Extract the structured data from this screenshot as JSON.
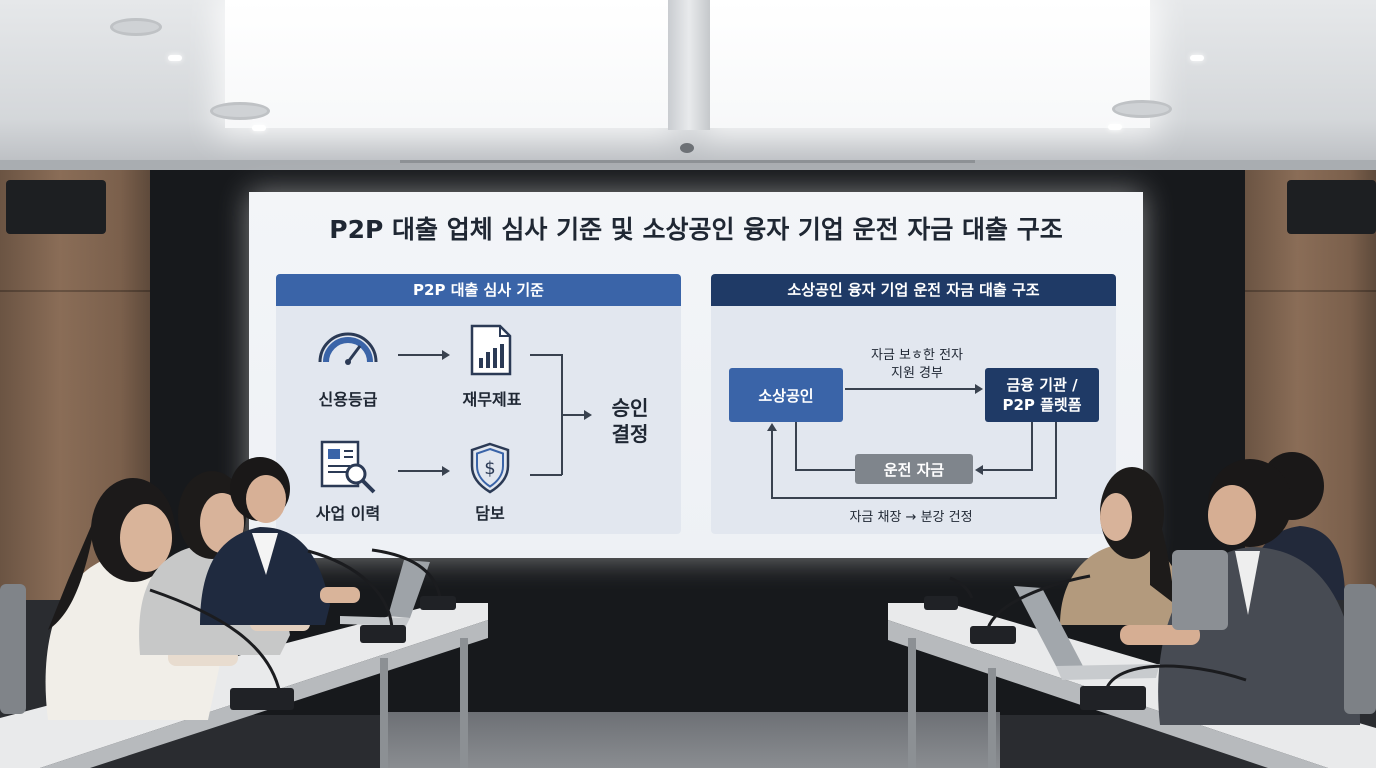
{
  "slide": {
    "title": "P2P 대출 업체 심사 기준 및 소상공인 융자 기업 운전 자금 대출 구조",
    "left_panel": {
      "header": "P2P 대출 심사 기준",
      "items": {
        "credit": "신용등급",
        "finance": "재무제표",
        "history": "사업 이력",
        "collateral": "담보"
      },
      "result_line1": "승인",
      "result_line2": "결정"
    },
    "right_panel": {
      "header": "소상공인 융자 기업 운전 자금 대출 구조",
      "merchant_box": "소상공인",
      "lender_box_line1": "금융 기관 /",
      "lender_box_line2": "P2P 플렛폼",
      "working_capital_box": "운전 자금",
      "arrow_label_line1": "자금 보ㅎ한 전자",
      "arrow_label_line2": "지원 경부",
      "bottom_label": "자금 채장 → 분강 건정"
    }
  },
  "colors": {
    "left_header": "#3a64a8",
    "right_header": "#1f3a66",
    "merchant_box": "#3a64a8",
    "lender_box": "#1f3a66",
    "working_box": "#7f858c"
  }
}
